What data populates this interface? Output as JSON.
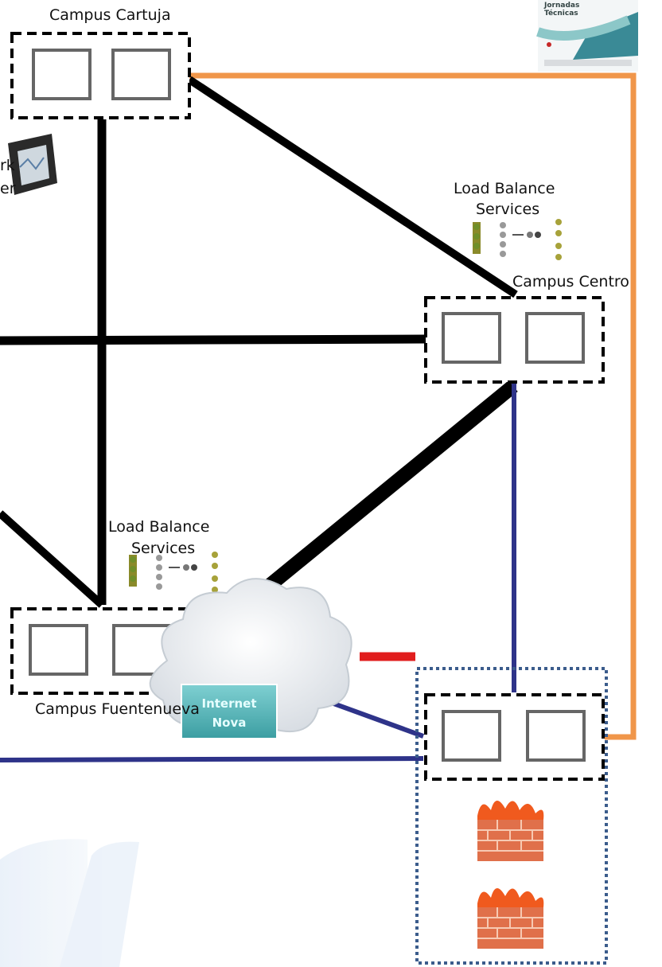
{
  "sites": {
    "cartuja": "Campus Cartuja",
    "centro": "Campus Centro",
    "fuentenueva": "Campus Fuentenueva"
  },
  "load_balance_top": {
    "line1": "Load Balance",
    "line2": "Services"
  },
  "load_balance_mid": {
    "line1": "Load Balance",
    "line2": "Services"
  },
  "analyzer_fragments": {
    "line1": "rk",
    "line2": "er"
  },
  "cloud": {
    "line1": "Internet",
    "line2": "Nova"
  },
  "poster": {
    "line1": "Jornadas",
    "line2": "Técnicas"
  },
  "colors": {
    "trunk": "#000000",
    "backup_link": "#f0964a",
    "internal_link": "#2e3389",
    "firewall_link": "#e11d1d",
    "enclosure": "#3b5c8c",
    "cloud_box": "#4fb0b3"
  },
  "icons": [
    "network-analyzer-icon",
    "load-balancer-icon",
    "router-icon",
    "firewall-icon",
    "cloud-icon",
    "conference-poster-icon"
  ]
}
